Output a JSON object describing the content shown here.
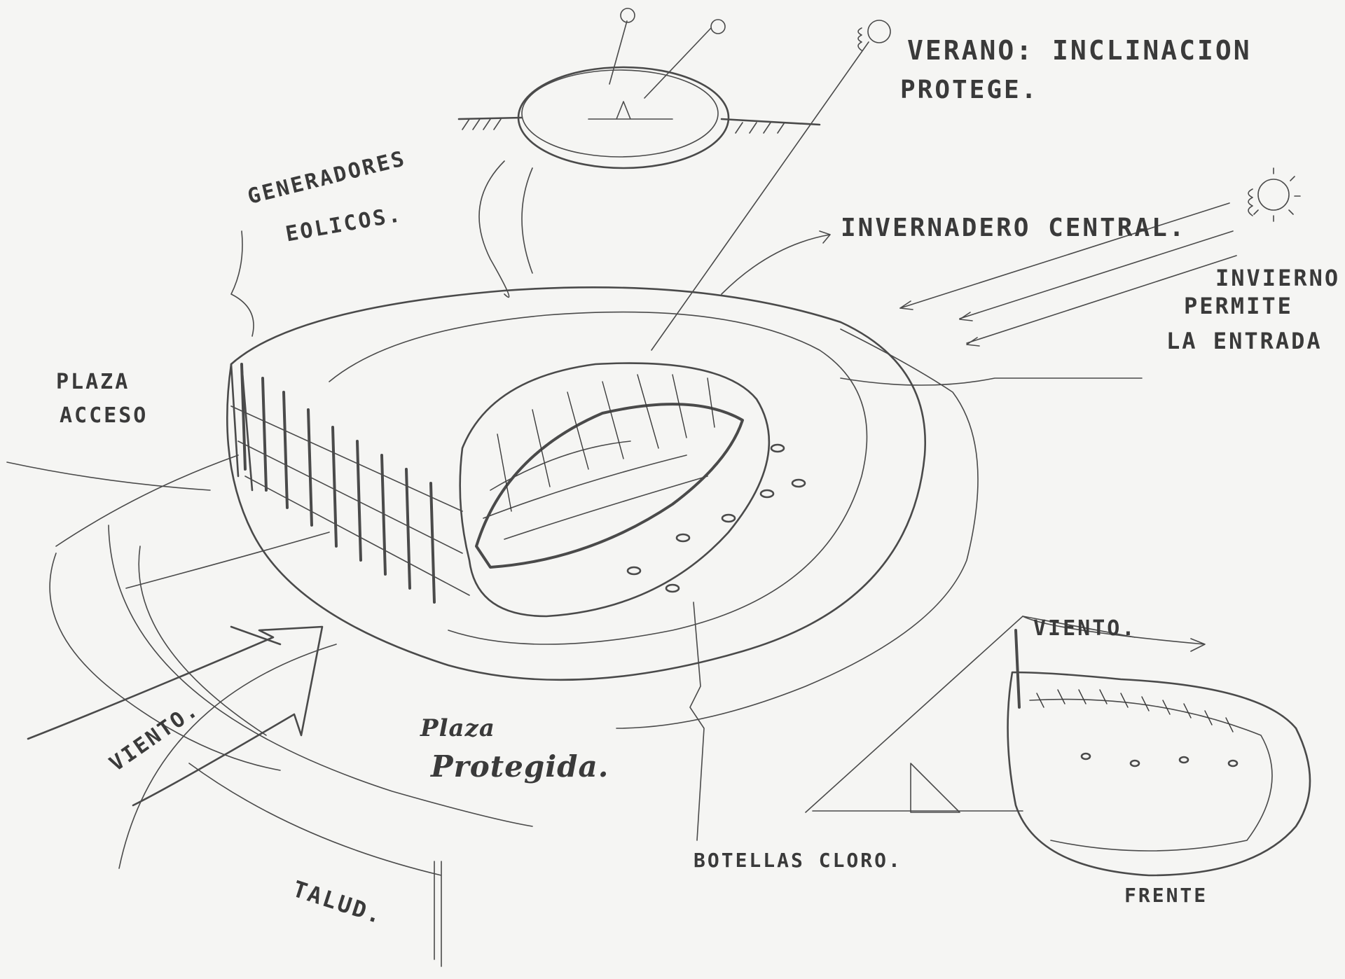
{
  "labels": {
    "verano_line1": "VERANO: INCLINACION",
    "verano_line2": "PROTEGE.",
    "invernadero": "INVERNADERO CENTRAL.",
    "invierno_line1": "INVIERNO",
    "invierno_line2": "PERMITE",
    "invierno_line3": "LA ENTRADA",
    "generadores_line1": "GENERADORES",
    "generadores_line2": "EOLICOS.",
    "plaza_acceso_line1": "PLAZA",
    "plaza_acceso_line2": "ACCESO",
    "viento_left": "VIENTO.",
    "plaza_protegida_line1": "Plaza",
    "plaza_protegida_line2": "Protegida.",
    "talud": "TALUD.",
    "botellas": "BOTELLAS CLORO.",
    "viento_right": "VIENTO.",
    "frente": "FRENTE"
  },
  "colors": {
    "paper": "#f5f5f3",
    "pencil": "#4a4a4a"
  }
}
